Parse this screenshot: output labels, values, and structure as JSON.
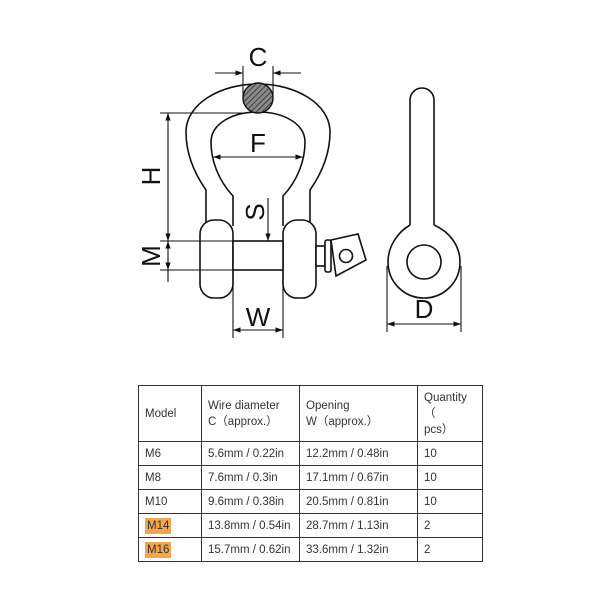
{
  "diagram": {
    "labels": {
      "c": "C",
      "f": "F",
      "h": "H",
      "s": "S",
      "m": "M",
      "w": "W",
      "d": "D"
    },
    "colors": {
      "stroke": "#111111",
      "wire_section_fill": "#777777"
    }
  },
  "table": {
    "headers": {
      "model": "Model",
      "wire_line1": "Wire diameter",
      "wire_line2": "C（approx.）",
      "opening_line1": "Opening",
      "opening_line2": "W（approx.）",
      "quantity_line1": "Quantity（",
      "quantity_line2": "pcs）"
    },
    "rows": [
      {
        "model": "M6",
        "wire": "5.6mm / 0.22in",
        "opening": "12.2mm / 0.48in",
        "quantity": "10",
        "highlight": false
      },
      {
        "model": "M8",
        "wire": "7.6mm / 0.3in",
        "opening": "17.1mm / 0.67in",
        "quantity": "10",
        "highlight": false
      },
      {
        "model": "M10",
        "wire": "9.6mm / 0.38in",
        "opening": "20.5mm / 0.81in",
        "quantity": "10",
        "highlight": false
      },
      {
        "model": "M14",
        "wire": "13.8mm / 0.54in",
        "opening": "28.7mm / 1.13in",
        "quantity": "2",
        "highlight": true
      },
      {
        "model": "M16",
        "wire": "15.7mm / 0.62in",
        "opening": "33.6mm / 1.32in",
        "quantity": "2",
        "highlight": true
      }
    ],
    "highlight_color": "#f3a64d"
  }
}
